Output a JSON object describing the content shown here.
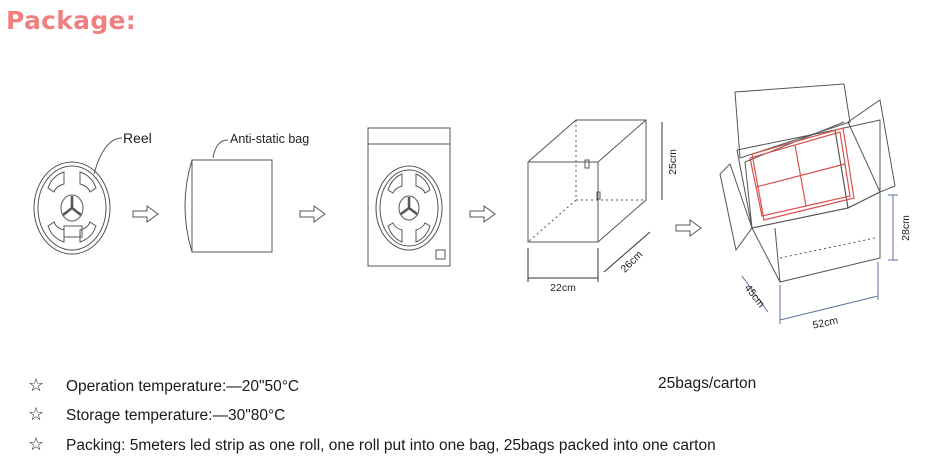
{
  "title": "Package:",
  "diagram": {
    "reel_label": "Reel",
    "bag_label": "Anti-static bag",
    "box_dims": {
      "height": "25cm",
      "depth": "26cm",
      "width": "22cm"
    },
    "carton_dims": {
      "height": "28cm",
      "depth": "45cm",
      "width": "52cm"
    }
  },
  "specs": [
    "Operation temperature:—20\"50°C",
    "Storage temperature:—30\"80°C",
    "Packing: 5meters led strip as one roll, one roll put into one bag, 25bags packed into one carton"
  ],
  "quantity": "25bags/carton",
  "colors": {
    "title": "#f08080",
    "carton_inner": "#d9534f",
    "dimension_line": "#5b6f9e"
  },
  "icons": {
    "bullet": "star-outline-icon",
    "step": "arrow-right-icon"
  }
}
